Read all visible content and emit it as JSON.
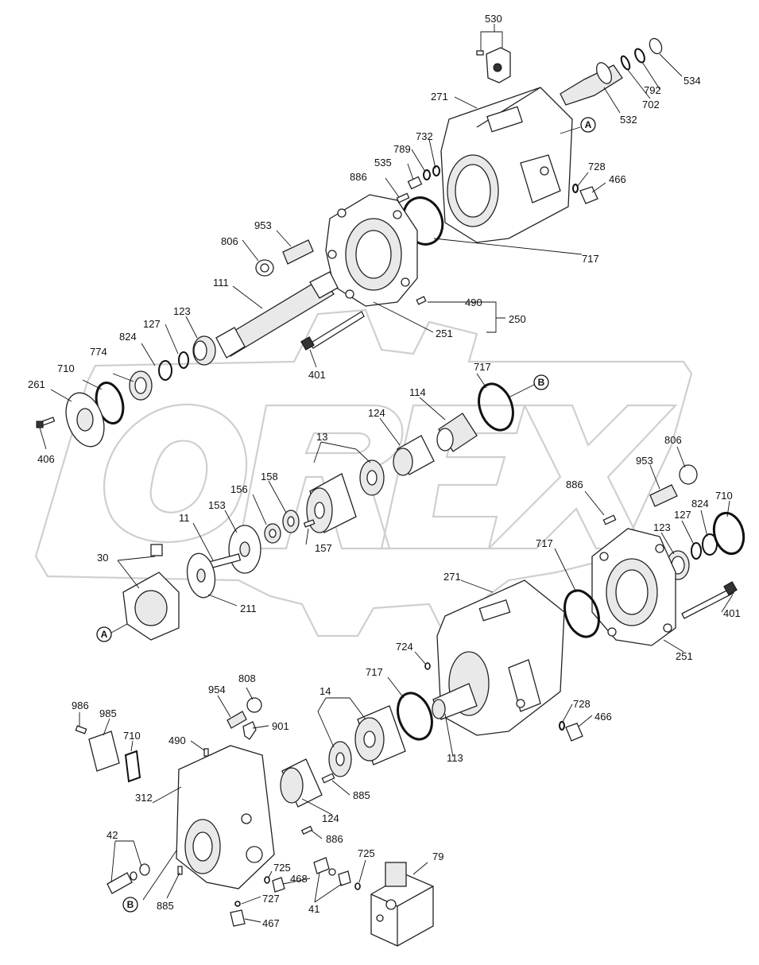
{
  "watermark": "OREX",
  "callouts": {
    "c530": "530",
    "c534": "534",
    "c792": "792",
    "c702": "702",
    "c532": "532",
    "c271a": "271",
    "c732": "732",
    "c789": "789",
    "c535": "535",
    "c886a": "886",
    "c728a": "728",
    "c466a": "466",
    "c953a": "953",
    "c806a": "806",
    "c717a": "717",
    "c111": "111",
    "c490a": "490",
    "c250": "250",
    "c251a": "251",
    "c123a": "123",
    "c127a": "127",
    "c824a": "824",
    "c774": "774",
    "c710a": "710",
    "c261": "261",
    "c406": "406",
    "c401a": "401",
    "c717b": "717",
    "c114": "114",
    "c124a": "124",
    "c13": "13",
    "c158": "158",
    "c156": "156",
    "c153": "153",
    "c157": "157",
    "c11": "11",
    "c30": "30",
    "c211": "211",
    "c806b": "806",
    "c953b": "953",
    "c886b": "886",
    "c710b": "710",
    "c824b": "824",
    "c127b": "127",
    "c123b": "123",
    "c717c": "717",
    "c271b": "271",
    "c401b": "401",
    "c251b": "251",
    "c724": "724",
    "c717d": "717",
    "c14": "14",
    "c954": "954",
    "c808": "808",
    "c901": "901",
    "c986": "986",
    "c985": "985",
    "c710c": "710",
    "c490b": "490",
    "c312": "312",
    "c728b": "728",
    "c466b": "466",
    "c113": "113",
    "c885a": "885",
    "c124b": "124",
    "c886c": "886",
    "c42": "42",
    "c725a": "725",
    "c725b": "725",
    "c79": "79",
    "c468": "468",
    "c727": "727",
    "c41": "41",
    "c885b": "885",
    "c467": "467"
  },
  "markers": {
    "A1": "A",
    "A2": "A",
    "B1": "B",
    "B2": "B"
  }
}
